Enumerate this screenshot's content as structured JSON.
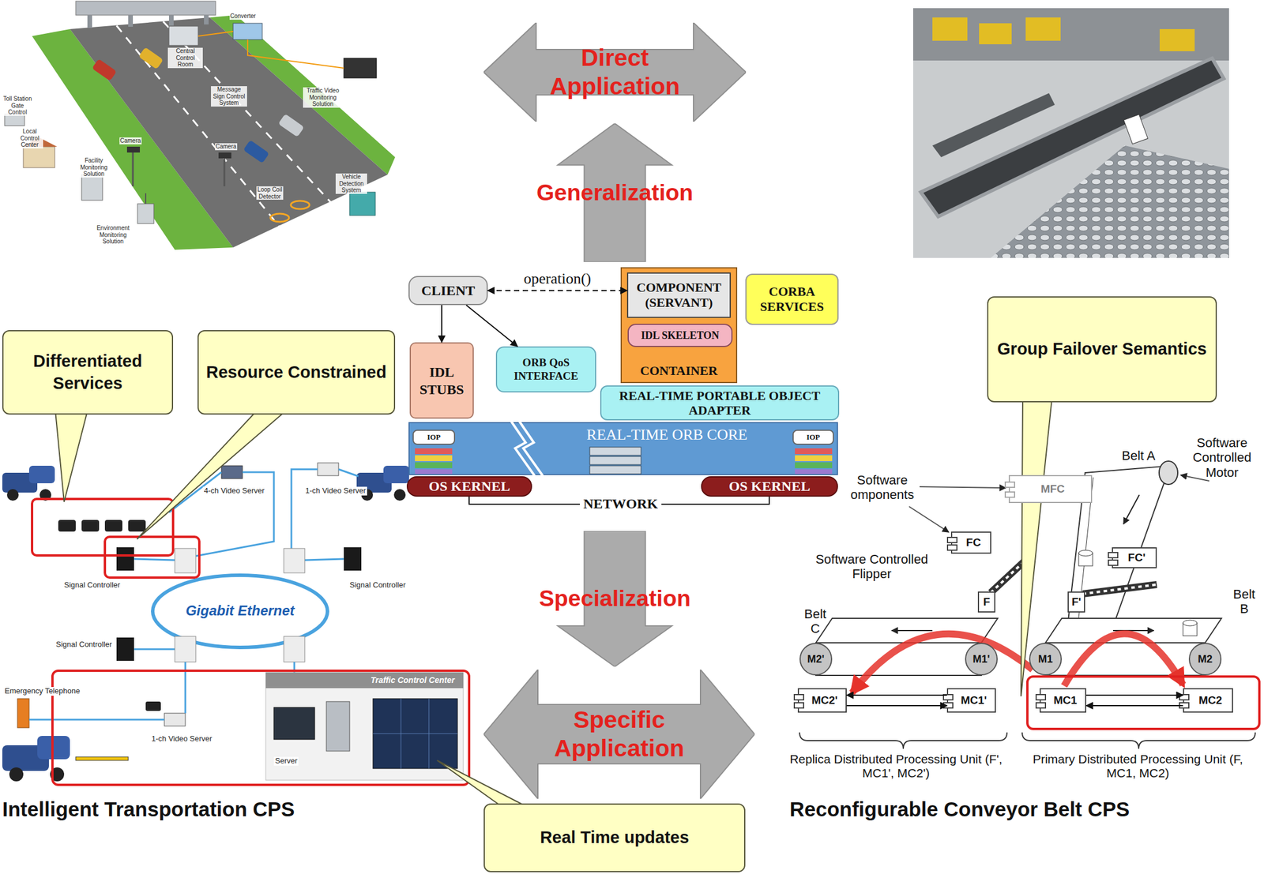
{
  "diagram": {
    "nodes": [
      {
        "text": [
          "Direct Application"
        ]
      },
      {
        "text": [
          "Generalization"
        ]
      },
      {
        "text": [
          "CLIENT"
        ]
      },
      {
        "text": [
          "CONTAINER"
        ]
      },
      {
        "text": [
          "COMPONENT (SERVANT)"
        ],
        "in": 3
      },
      {
        "text": [
          "IDL SKELETON"
        ],
        "in": 3
      },
      {
        "text": [
          "CORBA SERVICES"
        ]
      },
      {
        "text": [
          "Differentiated Services"
        ]
      },
      {
        "text": [
          "Resource Constrained"
        ]
      },
      {
        "text": [
          "Group Failover Semantics"
        ]
      },
      {
        "text": [
          "IDL STUBS"
        ]
      },
      {
        "text": [
          "ORB QoS INTERFACE"
        ]
      },
      {
        "text": [
          "REAL-TIME PORTABLE OBJECT ADAPTER"
        ]
      },
      {
        "text": [
          "REAL-TIME ORB CORE"
        ]
      },
      {
        "text": [
          "IOP"
        ],
        "in": 13
      },
      {
        "text": [
          "IOP"
        ],
        "in": 13
      },
      {
        "text": [
          "OS KERNEL"
        ]
      },
      {
        "text": [
          "OS KERNEL"
        ]
      },
      {
        "text": [
          "MFC"
        ]
      },
      {
        "text": [
          "FC"
        ]
      },
      {
        "text": [
          "FC'"
        ]
      },
      {
        "text": [
          "F"
        ]
      },
      {
        "text": [
          "F'"
        ]
      },
      {
        "text": [
          "Specialization"
        ]
      },
      {
        "text": [
          "M2'"
        ]
      },
      {
        "text": [
          "M1'"
        ]
      },
      {
        "text": [
          "M1"
        ]
      },
      {
        "text": [
          "M2"
        ]
      },
      {
        "text": [
          "MC2'"
        ]
      },
      {
        "text": [
          "MC1'"
        ]
      },
      {
        "text": [
          "MC1"
        ]
      },
      {
        "text": [
          "MC2"
        ]
      },
      {
        "text": [
          "Specific Application"
        ]
      },
      {
        "text": [
          "Real Time updates"
        ]
      }
    ],
    "edges": [
      {
        "from": 2,
        "to": 4,
        "label": "operation()",
        "arrow": "both"
      },
      {
        "from": 2,
        "to": 10,
        "arrow": "to"
      },
      {
        "from": 2,
        "to": 11,
        "arrow": "to"
      },
      {
        "from": 29,
        "to": 28,
        "arrow": "to"
      },
      {
        "from": 28,
        "to": 29,
        "arrow": "to"
      },
      {
        "from": 30,
        "to": 31,
        "arrow": "to"
      },
      {
        "from": 31,
        "to": 30,
        "arrow": "to"
      }
    ],
    "labels": [
      "Converter",
      "Central Control Room",
      "Message Sign Control System",
      "Traffic Video Monitoring Solution",
      "Toll Station Gate Control",
      "Local Control Center",
      "Camera",
      "Camera",
      "Facility Monitoring Solution",
      "Loop Coil Detector",
      "Vehicle Detection System",
      "Environment Monitoring Solution",
      "4-ch Video Server",
      "1-ch Video Server",
      "Signal Controller",
      "Signal Controller",
      "Gigabit Ethernet",
      "Signal Controller",
      "Emergency Telephone",
      "Traffic Control Center",
      "1-ch Video Server",
      "Server",
      "NETWORK",
      "Intelligent Transportation CPS",
      "Software omponents",
      "Belt A",
      "Software Controlled Motor",
      "Software Controlled Flipper",
      "Belt C",
      "Belt B",
      "Replica Distributed Processing Unit (F', MC1', MC2')",
      "Primary Distributed Processing Unit (F, MC1, MC2)",
      "Reconfigurable Conveyor Belt CPS"
    ]
  }
}
